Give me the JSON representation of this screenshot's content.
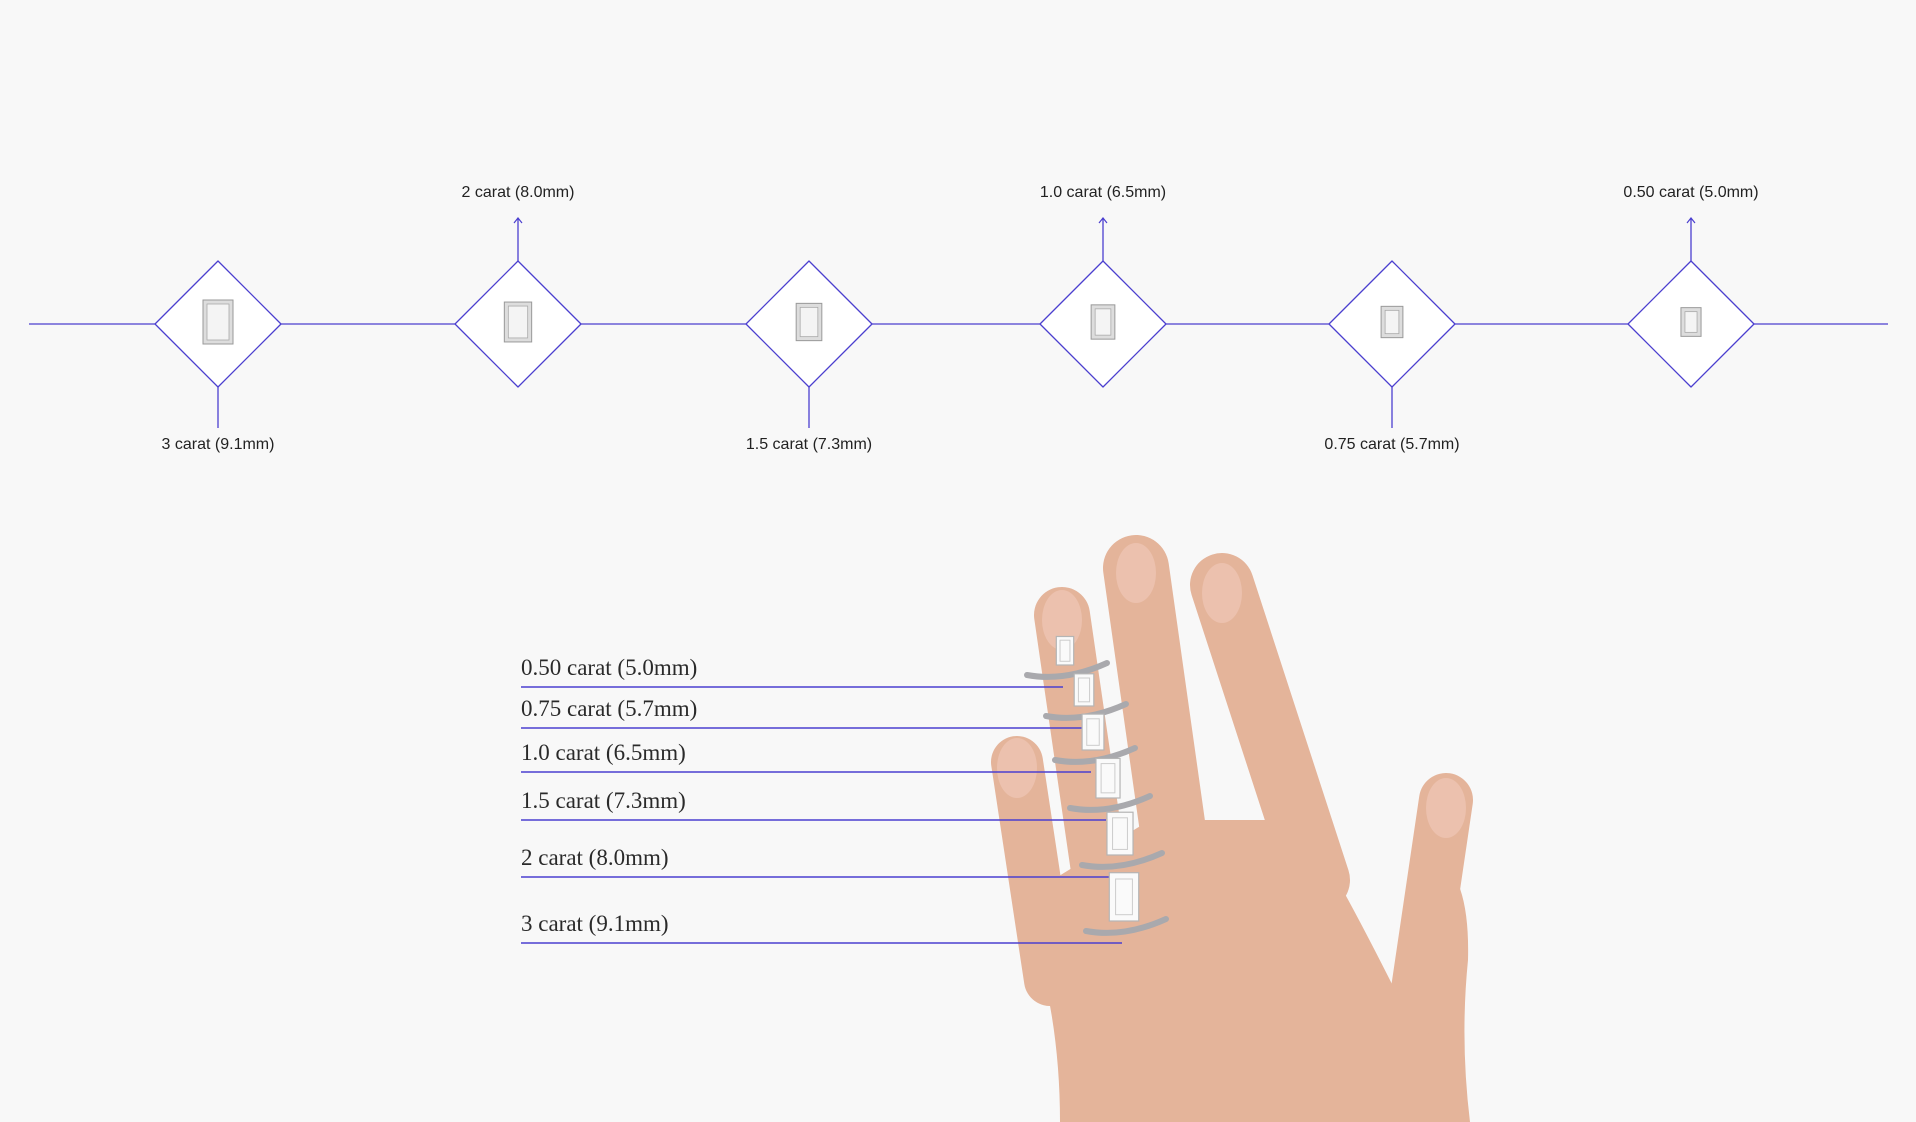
{
  "colors": {
    "accent": "#4b3fcf",
    "background": "#f8f8f8",
    "skin": "#e4b49a"
  },
  "timeline": {
    "items": [
      {
        "label": "3 carat (9.1mm)",
        "position": "below",
        "carat": 3,
        "mm": 9.1
      },
      {
        "label": "2 carat (8.0mm)",
        "position": "above",
        "carat": 2,
        "mm": 8.0
      },
      {
        "label": "1.5 carat (7.3mm)",
        "position": "below",
        "carat": 1.5,
        "mm": 7.3
      },
      {
        "label": "1.0 carat (6.5mm)",
        "position": "above",
        "carat": 1.0,
        "mm": 6.5
      },
      {
        "label": "0.75 carat (5.7mm)",
        "position": "below",
        "carat": 0.75,
        "mm": 5.7
      },
      {
        "label": "0.50 carat (5.0mm)",
        "position": "above",
        "carat": 0.5,
        "mm": 5.0
      }
    ]
  },
  "hand_chart": {
    "labels": [
      "0.50 carat (5.0mm)",
      "0.75 carat (5.7mm)",
      "1.0 carat (6.5mm)",
      "1.5 carat (7.3mm)",
      "2 carat (8.0mm)",
      "3 carat (9.1mm)"
    ]
  }
}
